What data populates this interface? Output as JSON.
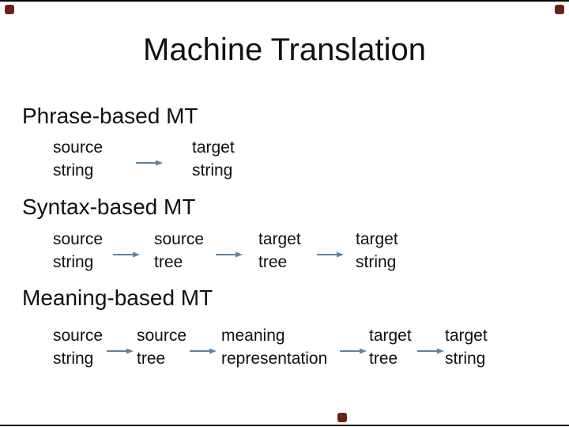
{
  "slide": {
    "title": "Machine Translation",
    "sections": [
      {
        "heading": "Phrase-based MT",
        "items": [
          {
            "line1": "source",
            "line2": "string"
          },
          {
            "line1": "target",
            "line2": "string"
          }
        ]
      },
      {
        "heading": "Syntax-based MT",
        "items": [
          {
            "line1": "source",
            "line2": "string"
          },
          {
            "line1": "source",
            "line2": "tree"
          },
          {
            "line1": "target",
            "line2": "tree"
          },
          {
            "line1": "target",
            "line2": "string"
          }
        ]
      },
      {
        "heading": "Meaning-based MT",
        "items": [
          {
            "line1": "source",
            "line2": "string"
          },
          {
            "line1": "source",
            "line2": "tree"
          },
          {
            "line1": "meaning",
            "line2": "representation"
          },
          {
            "line1": "target",
            "line2": "tree"
          },
          {
            "line1": "target",
            "line2": "string"
          }
        ]
      }
    ]
  },
  "colors": {
    "background": "#ffffff",
    "text": "#111111",
    "arrow": "#5f81a0",
    "edge_line": "#000000",
    "corner_marker": "#6e1f1b"
  }
}
